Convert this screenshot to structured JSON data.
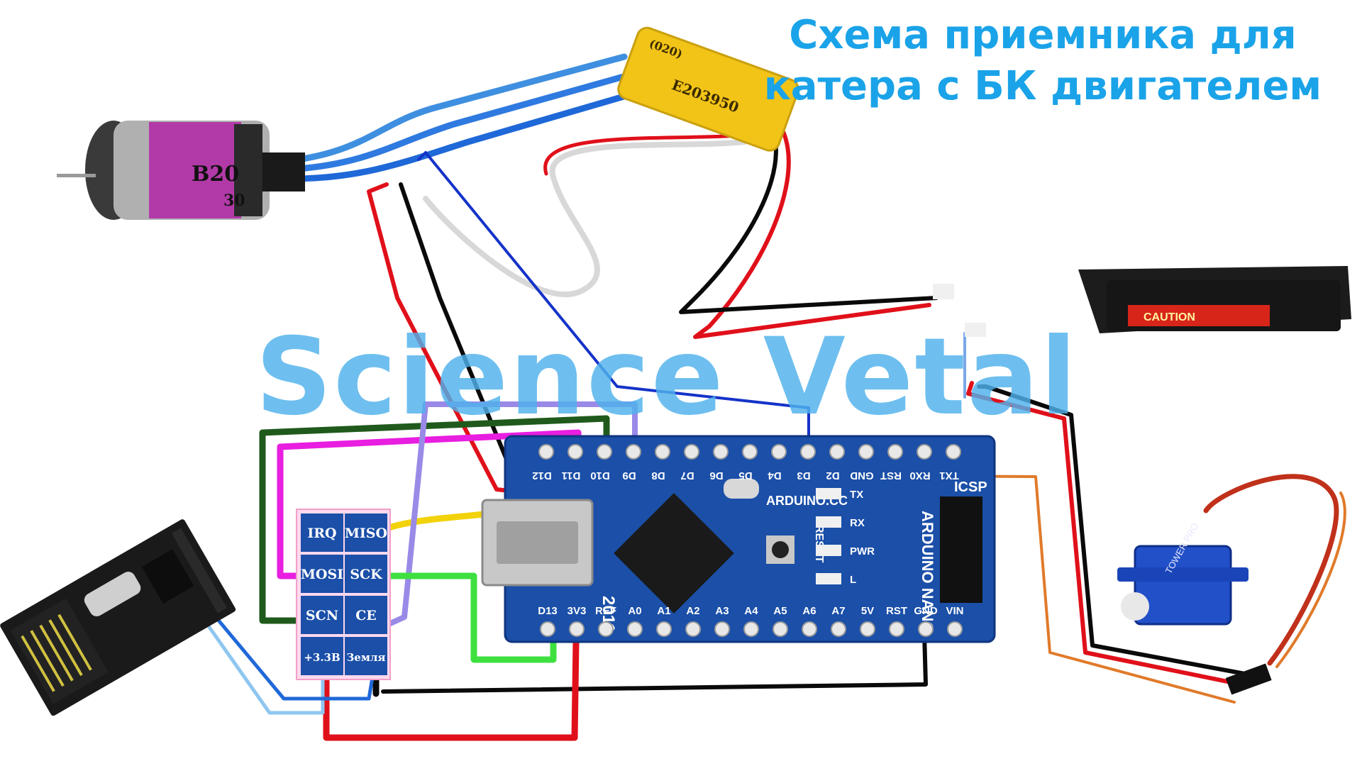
{
  "title": {
    "line1": "Схема приемника для",
    "line2": "катера с БК двигателем"
  },
  "watermark": "Science Vetal",
  "motor": {
    "label1": "B20",
    "label2": "30"
  },
  "esc": {
    "label1": "E203950",
    "label2": "(020)"
  },
  "battery": {
    "label": "CAUTION"
  },
  "servo": {
    "label": "TOWER PRO"
  },
  "radio_module": {
    "pins": [
      {
        "label": "IRQ"
      },
      {
        "label": "MISO"
      },
      {
        "label": "MOSI"
      },
      {
        "label": "SCK"
      },
      {
        "label": "SCN"
      },
      {
        "label": "CE"
      },
      {
        "label": "+3.3В"
      },
      {
        "label": "Земля"
      }
    ]
  },
  "arduino": {
    "brand": "ARDUINO.CC",
    "model": "ARDUINO NANO",
    "year": "2011",
    "icsp": "ICSP",
    "top_pins": [
      "D12",
      "D11",
      "D10",
      "D9",
      "D8",
      "D7",
      "D6",
      "D5",
      "D4",
      "D3",
      "D2",
      "GND",
      "RST",
      "RX0",
      "TX1"
    ],
    "bottom_pins": [
      "D13",
      "3V3",
      "REF",
      "A0",
      "A1",
      "A2",
      "A3",
      "A4",
      "A5",
      "A6",
      "A7",
      "5V",
      "RST",
      "GND",
      "VIN"
    ],
    "leds": [
      "TX",
      "RX",
      "PWR",
      "L"
    ],
    "reset": "RESET"
  },
  "colors": {
    "title": "#1aa3e8",
    "watermark": "#4fb2ec",
    "board": "#1b4fa8",
    "wire_red": "#e0101a",
    "wire_black": "#0a0a0a",
    "wire_blue": "#1533c8",
    "wire_green": "#1f5a1c",
    "wire_magenta": "#e81ee0",
    "wire_yellow": "#f2d20a",
    "wire_lightgreen": "#3ee040",
    "wire_lavender": "#9a8ae8",
    "wire_orange": "#e07a2a",
    "wire_lightblue": "#8ec6f0",
    "esc_body": "#f2c418",
    "motor_band": "#b23aa8"
  }
}
